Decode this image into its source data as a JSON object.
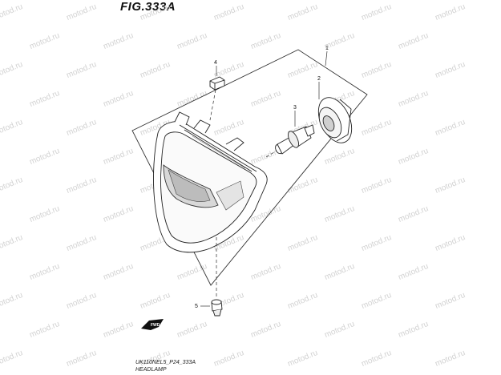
{
  "figure": {
    "title": "FIG.333A",
    "code": "UK110NEL5_P24_333A",
    "name": "HEADLAMP"
  },
  "callouts": [
    "1",
    "2",
    "3",
    "4",
    "5"
  ],
  "watermark": "motod.ru",
  "badge": {
    "label": "FWD"
  }
}
